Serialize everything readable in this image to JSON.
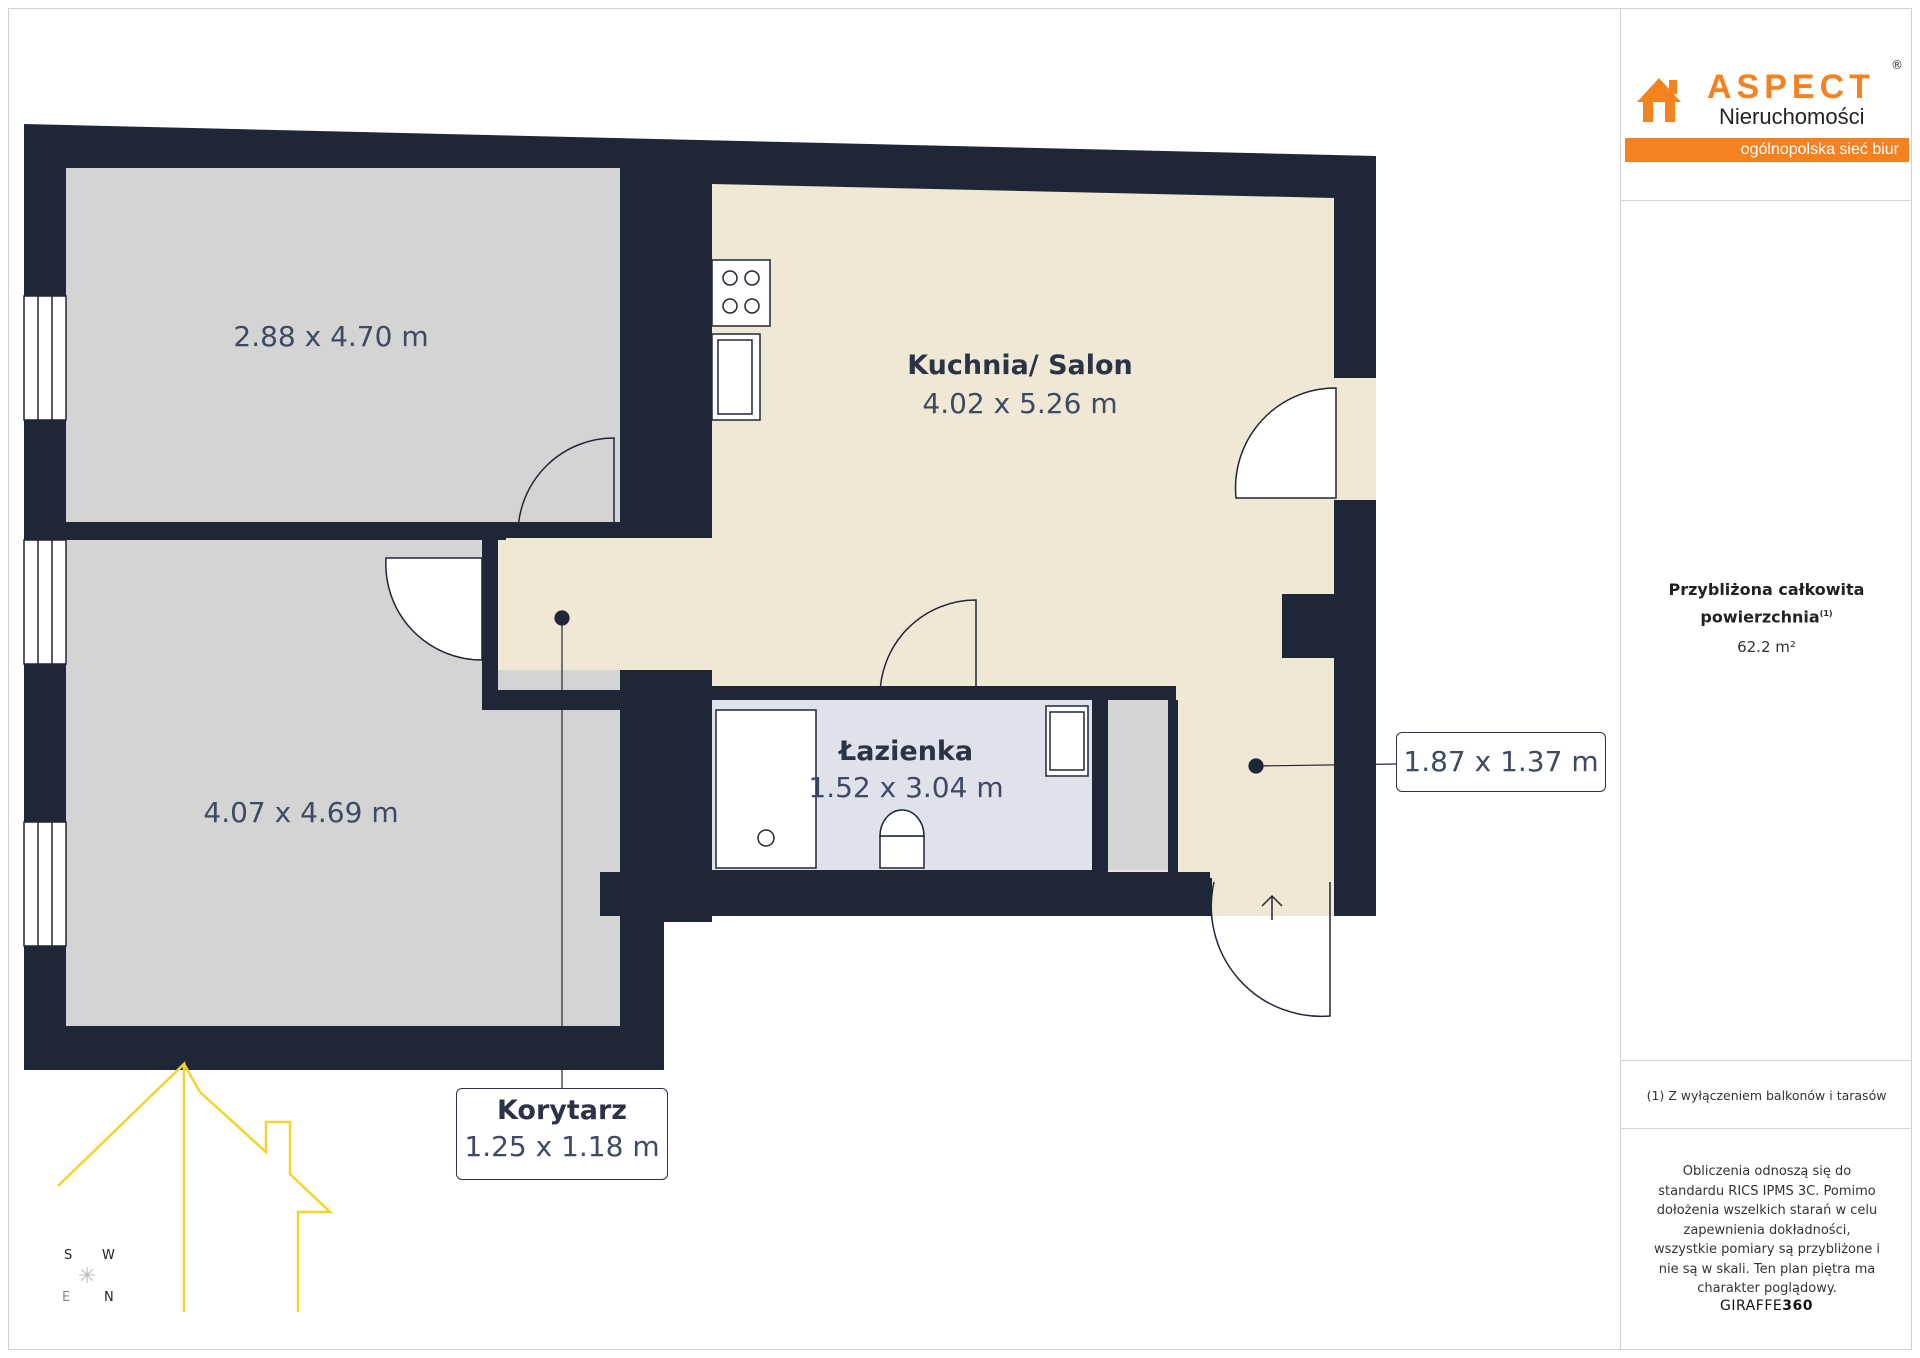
{
  "logo": {
    "name": "ASPECT",
    "registered": "®",
    "subtitle": "Nieruchomości",
    "tagline": "ogólnopolska sieć biur"
  },
  "summary": {
    "area_title_line1": "Przybliżona całkowita",
    "area_title_line2": "powierzchnia",
    "area_title_marker": "(1)",
    "area_value": "62.2 m²",
    "footnote": "(1) Z wyłączeniem balkonów i tarasów",
    "disclaimer": "Obliczenia odnoszą się do standardu RICS IPMS 3C. Pomimo dołożenia wszelkich starań w celu zapewnienia dokładności, wszystkie pomiary są przybliżone i nie są w skali. Ten plan piętra ma charakter poglądowy.",
    "brand_a": "GIRAFFE",
    "brand_b": "360"
  },
  "rooms": {
    "bedroom1": {
      "dims": "2.88 x 4.70 m"
    },
    "bedroom2": {
      "dims": "4.07 x 4.69 m"
    },
    "kitchen": {
      "name": "Kuchnia/ Salon",
      "dims": "4.02 x 5.26 m"
    },
    "bathroom": {
      "name": "Łazienka",
      "dims": "1.52 x 3.04 m"
    },
    "entry": {
      "dims": "1.87 x 1.37 m"
    },
    "corridor": {
      "name": "Korytarz",
      "dims": "1.25 x 1.18 m"
    }
  },
  "compass": {
    "s": "S",
    "w": "W",
    "e": "E",
    "n": "N"
  },
  "colors": {
    "wall": "#1f2637",
    "bedroom_floor": "#d4d4d4",
    "living_floor": "#efe8d4",
    "bath_floor": "#dfe2ea",
    "accent": "#f58220",
    "watermark": "#f2d42a"
  }
}
